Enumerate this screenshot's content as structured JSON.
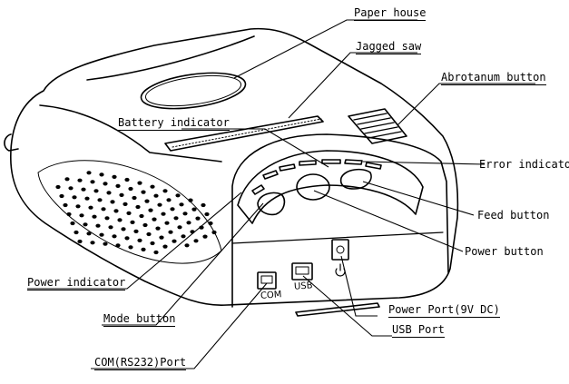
{
  "labels": {
    "paper_house": "Paper house",
    "jagged_saw": "Jagged saw",
    "abrotanum_button": "Abrotanum button",
    "battery_indicator": "Battery indicator",
    "error_indicator": "Error indicator",
    "feed_button": "Feed button",
    "power_button": "Power button",
    "power_indicator": "Power indicator",
    "power_port": "Power Port(9V DC)",
    "mode_button": "Mode button",
    "usb_port": "USB Port",
    "com_port": "COM(RS232)Port"
  },
  "port_marks": {
    "com": "COM",
    "usb": "USB"
  },
  "icons": {
    "power_symbol": "power-icon"
  }
}
